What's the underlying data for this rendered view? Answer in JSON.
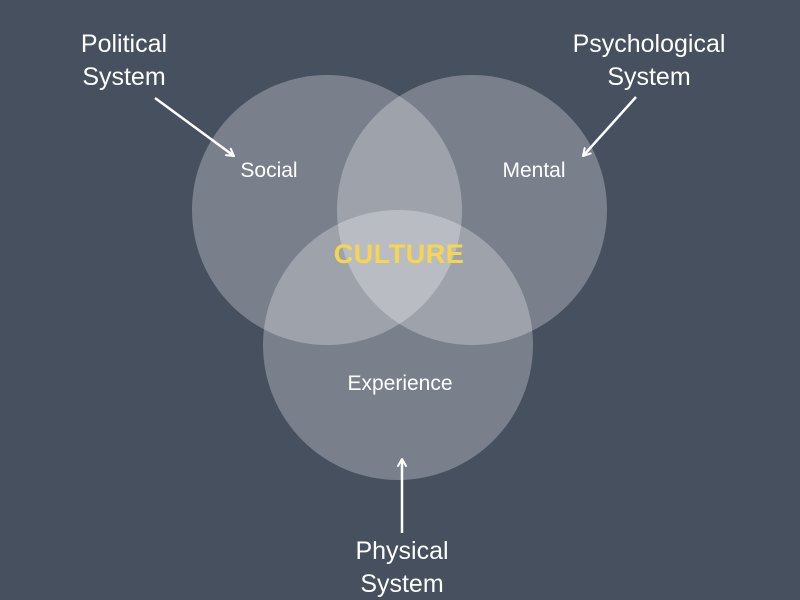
{
  "colors": {
    "background": "#46505f",
    "circle_fill": "#ffffff",
    "arrow": "#ffffff",
    "text": "#ffffff",
    "center_text": "#f7d64f"
  },
  "diagram": {
    "type": "venn",
    "center": "CULTURE",
    "circles": [
      {
        "label": "Social"
      },
      {
        "label": "Mental"
      },
      {
        "label": "Experience"
      }
    ],
    "external": [
      {
        "line1": "Political",
        "line2": "System",
        "points_to": "Social"
      },
      {
        "line1": "Psychological",
        "line2": "System",
        "points_to": "Mental"
      },
      {
        "line1": "Physical",
        "line2": "System",
        "points_to": "Experience"
      }
    ]
  }
}
